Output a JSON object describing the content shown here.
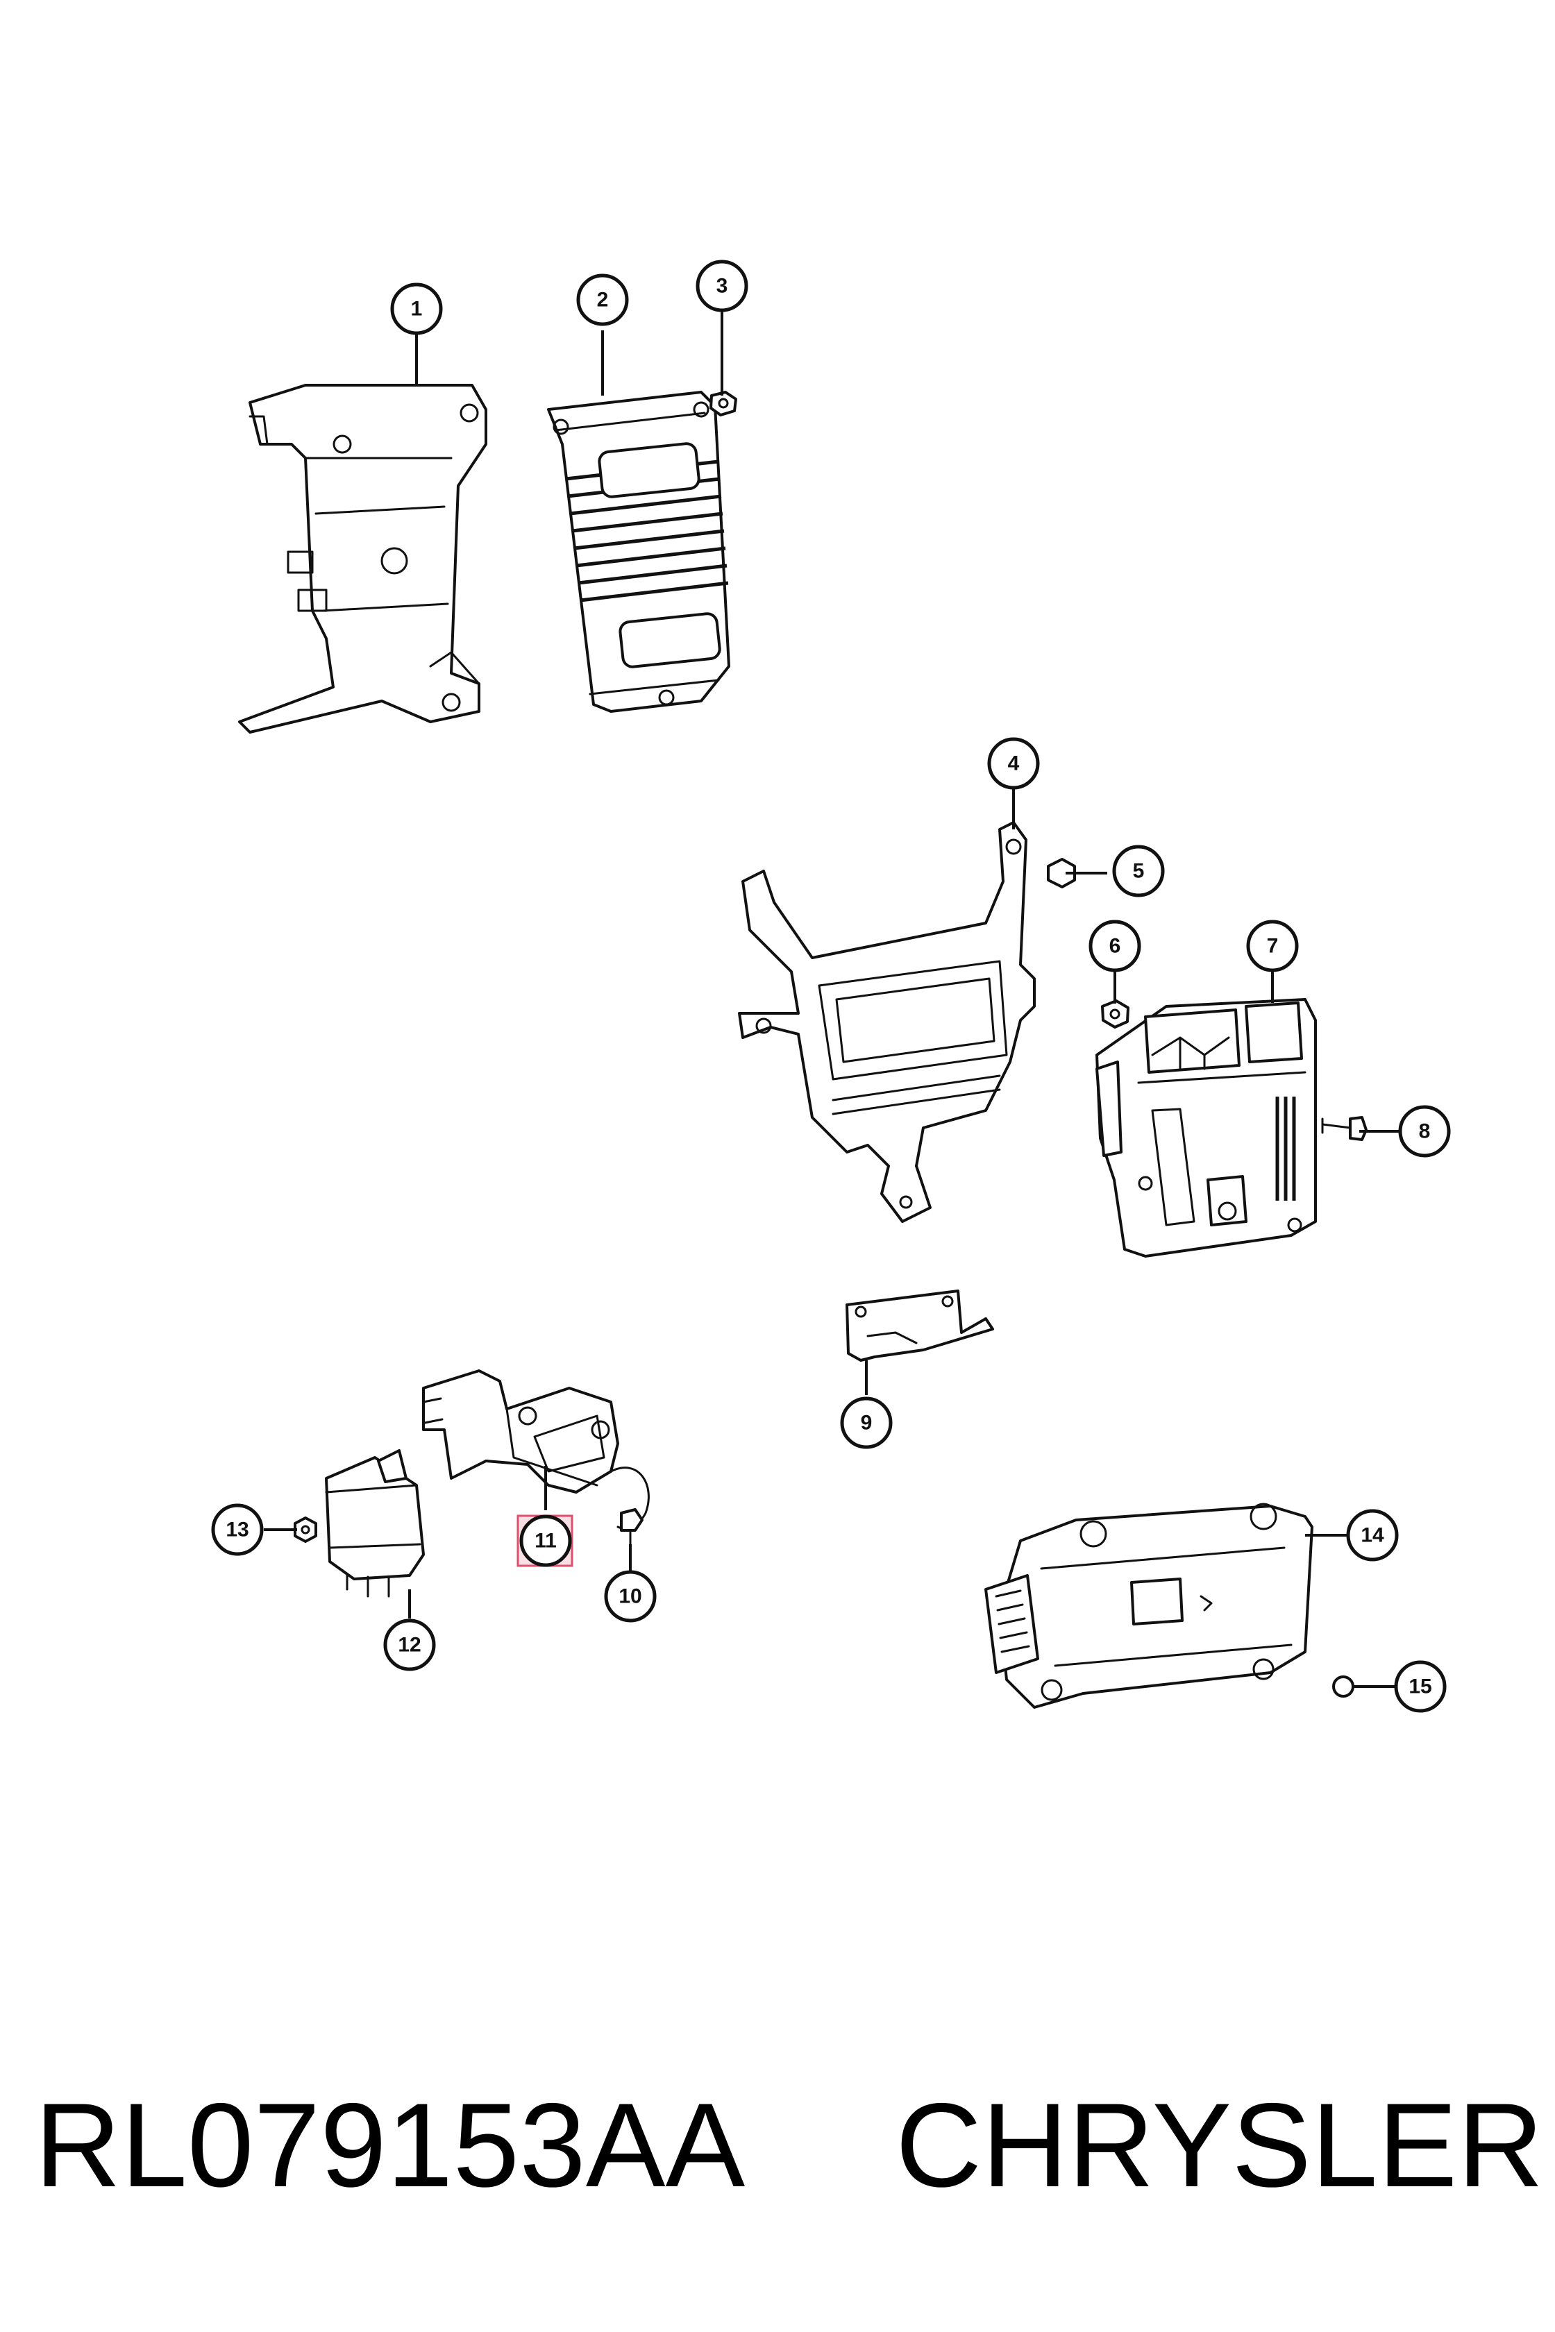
{
  "callouts": [
    "1",
    "2",
    "3",
    "4",
    "5",
    "6",
    "7",
    "8",
    "9",
    "10",
    "11",
    "12",
    "13",
    "14",
    "15"
  ],
  "highlighted_callout": "11",
  "highlight_color": "#e0506e",
  "footer": {
    "part_number": "RL079153AA",
    "brand": "CHRYSLER"
  }
}
